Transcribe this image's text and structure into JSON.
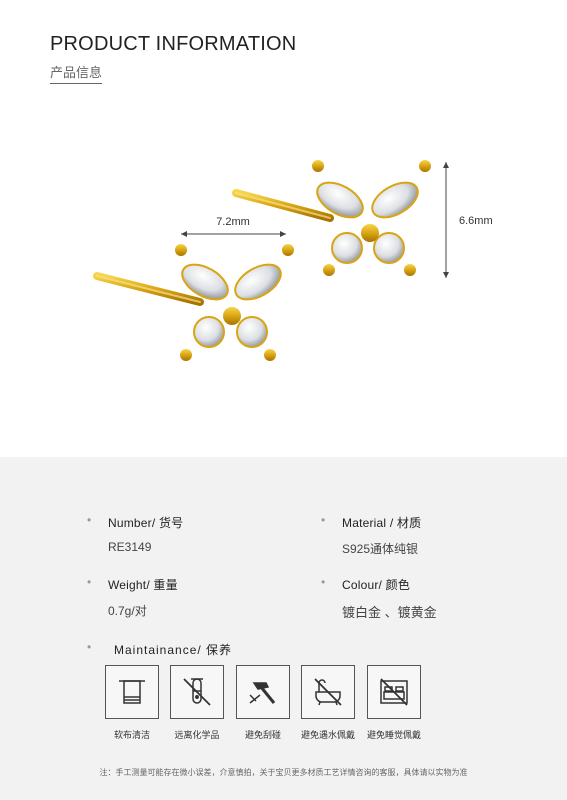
{
  "header": {
    "title_en": "PRODUCT INFORMATION",
    "title_zh": "产品信息"
  },
  "dimensions": {
    "width": "7.2mm",
    "height": "6.6mm"
  },
  "specs": {
    "number": {
      "label": "Number/ 货号",
      "value": "RE3149"
    },
    "material": {
      "label": "Material / 材质",
      "value": "S925通体纯银"
    },
    "weight": {
      "label": "Weight/ 重量",
      "value": "0.7g/对"
    },
    "colour": {
      "label": "Colour/ 颜色",
      "value": "镀白金 、镀黄金"
    },
    "maintainance": {
      "label": "Maintainance/ 保养"
    }
  },
  "care": [
    {
      "icon": "towel-icon",
      "label": "软布清洁"
    },
    {
      "icon": "test-tube-icon",
      "label": "远离化学品"
    },
    {
      "icon": "hammer-icon",
      "label": "避免刮碰"
    },
    {
      "icon": "bathtub-icon",
      "label": "避免遇水佩戴"
    },
    {
      "icon": "bed-icon",
      "label": "避免睡觉佩戴"
    }
  ],
  "note": "注：手工测量可能存在微小误差，介意慎拍，关于宝贝更多材质工艺详情咨询的客服，具体请以实物为准",
  "colors": {
    "gold": "#d9a514",
    "gold_dark": "#b07c00",
    "panel": "#f2f2f2"
  }
}
